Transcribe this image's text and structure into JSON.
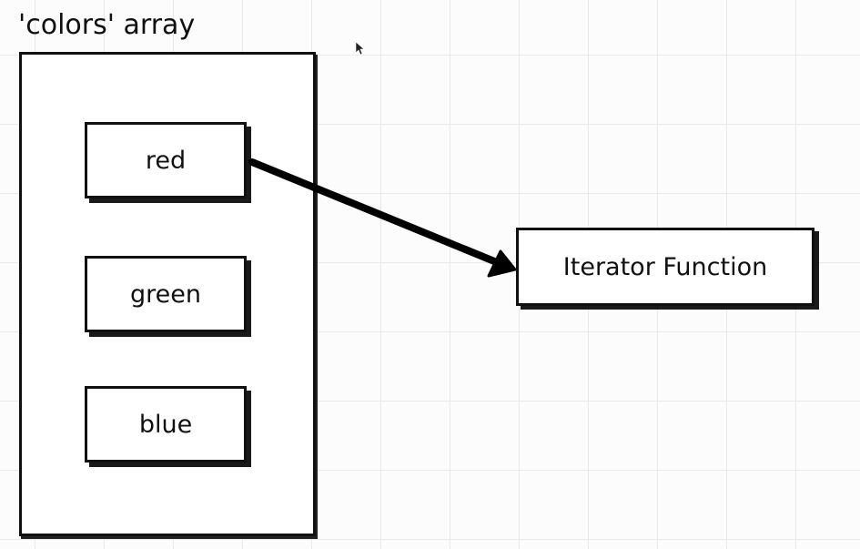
{
  "title": "'colors' array",
  "array_items": [
    {
      "label": "red"
    },
    {
      "label": "green"
    },
    {
      "label": "blue"
    }
  ],
  "function_box": {
    "label": "Iterator Function"
  },
  "connector": {
    "from": "red",
    "to": "Iterator Function",
    "style": "arrow",
    "color": "#000000"
  },
  "colors": {
    "grid_line": "#e9e9e9",
    "background": "#fcfcfc",
    "stroke": "#111111"
  },
  "icons": {
    "cursor": "mouse-pointer-icon"
  }
}
